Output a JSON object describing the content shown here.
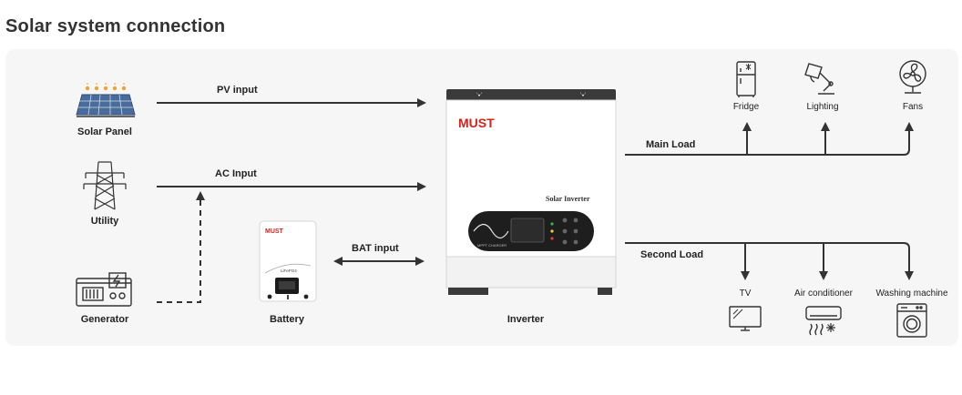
{
  "title": "Solar system connection",
  "sources": {
    "solar_panel": "Solar Panel",
    "utility": "Utility",
    "generator": "Generator",
    "battery": "Battery"
  },
  "connections": {
    "pv_input": "PV input",
    "ac_input": "AC Input",
    "bat_input": "BAT input",
    "main_load": "Main Load",
    "second_load": "Second Load"
  },
  "inverter": {
    "label": "Inverter",
    "brand": "MUST",
    "model_text": "Solar Inverter",
    "display_text": "MPPT CHARGER"
  },
  "battery_device": {
    "brand": "MUST",
    "badge": "LiFePO4"
  },
  "main_loads": [
    "Fridge",
    "Lighting",
    "Fans"
  ],
  "second_loads": [
    "TV",
    "Air conditioner",
    "Washing machine"
  ],
  "colors": {
    "line": "#333333",
    "brand_red": "#d4231d",
    "panel_bg": "#f6f6f6",
    "solar_blue": "#4a6c9c",
    "sun_orange": "#f0a232"
  }
}
